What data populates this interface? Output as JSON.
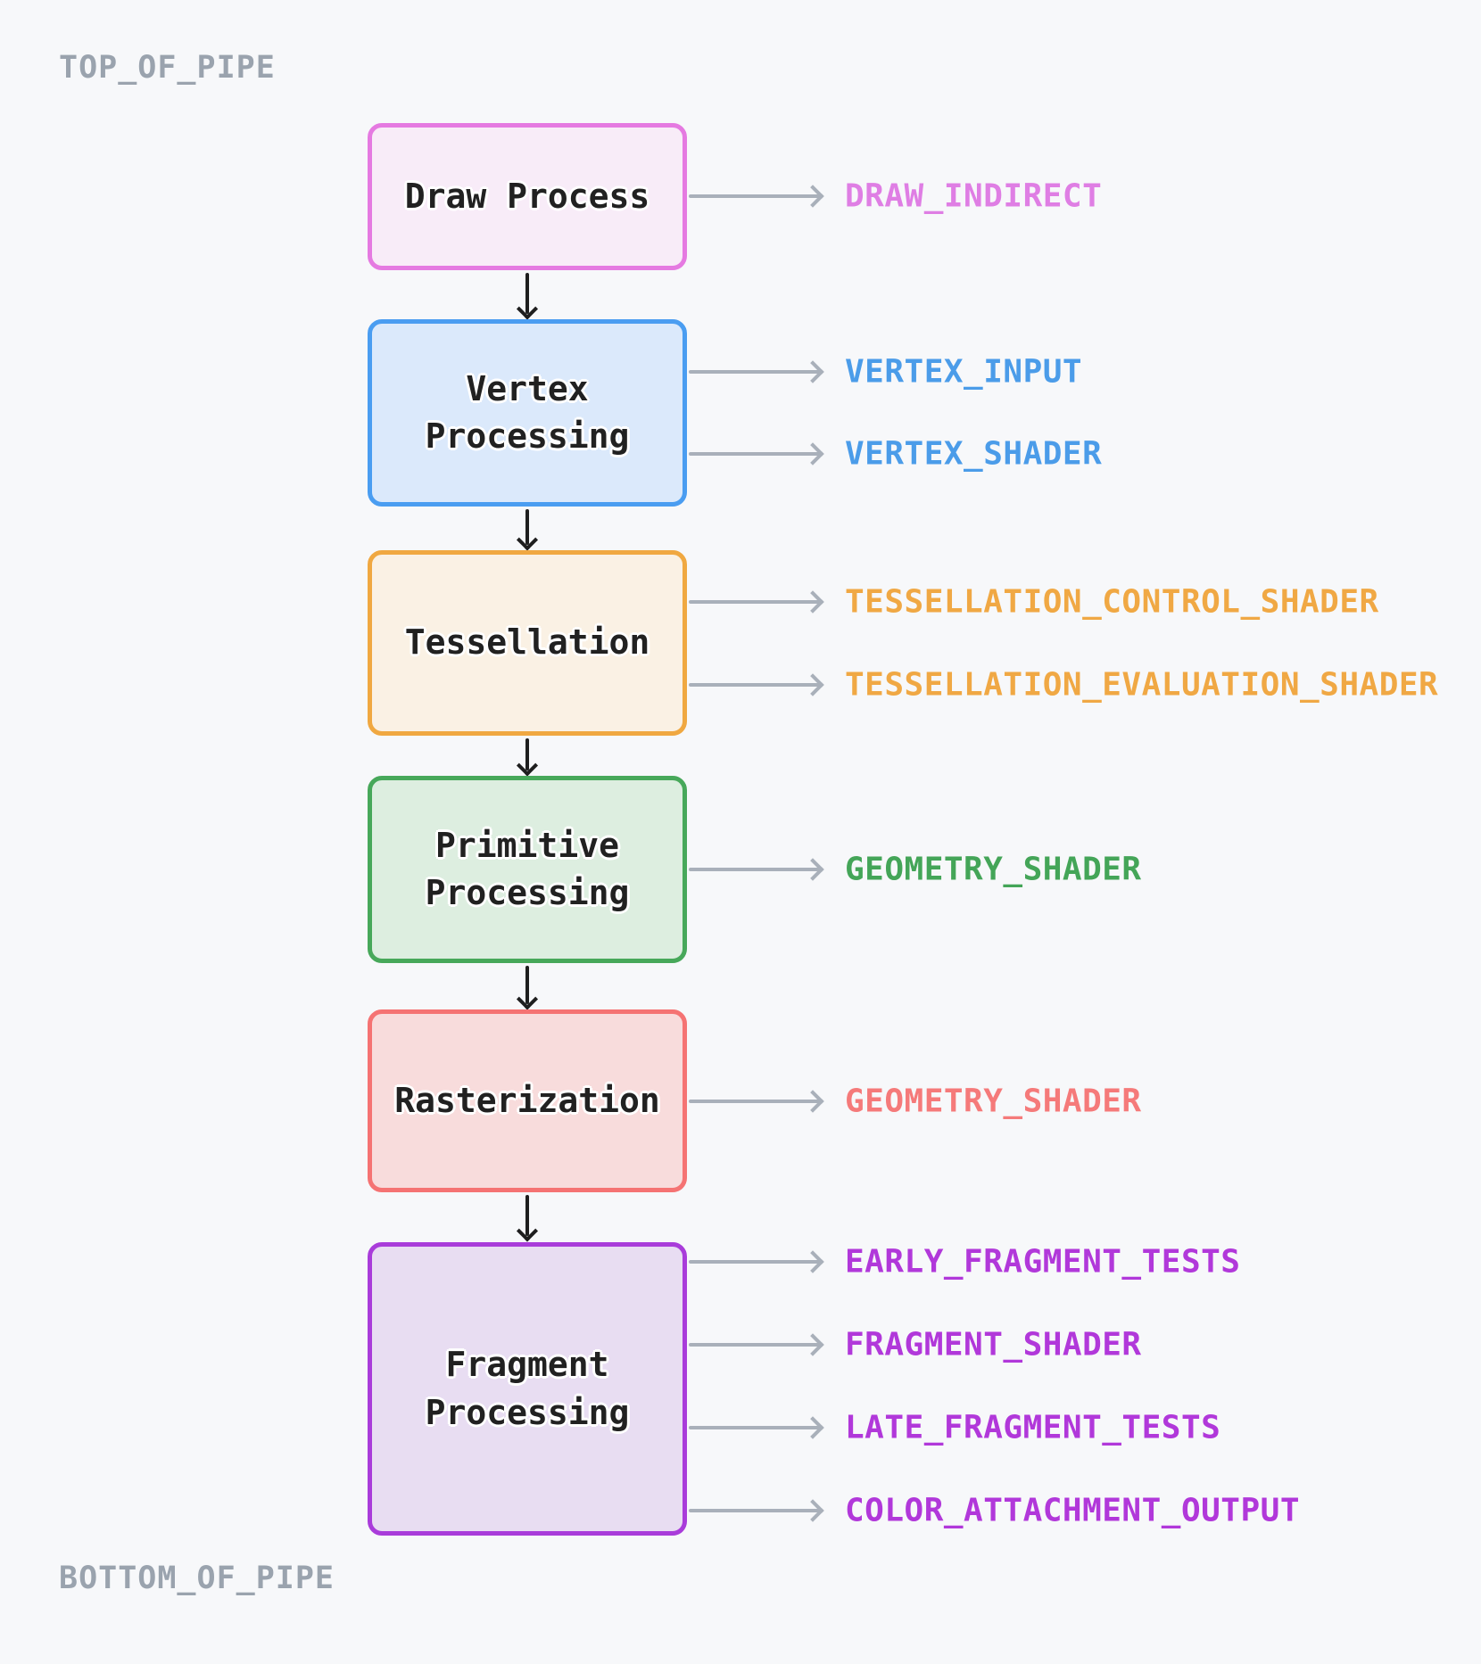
{
  "canvas": {
    "background": "#f7f8fa",
    "note_color": "#9aa3ae",
    "flow_arrow_color": "#1e1e1e",
    "label_arrow_color": "#a9b0ba"
  },
  "notes": {
    "top": "TOP_OF_PIPE",
    "bottom": "BOTTOM_OF_PIPE"
  },
  "stages": [
    {
      "title": "Draw Process",
      "border_color": "#e57ae1",
      "fill_color": "#f8ecf8",
      "label_color": "#df7ee4",
      "outputs": [
        "DRAW_INDIRECT"
      ]
    },
    {
      "title": "Vertex Processing",
      "border_color": "#4a9df1",
      "fill_color": "#dbe9fb",
      "label_color": "#4b9ce9",
      "outputs": [
        "VERTEX_INPUT",
        "VERTEX_SHADER"
      ]
    },
    {
      "title": "Tessellation",
      "border_color": "#f0a841",
      "fill_color": "#faf1e4",
      "label_color": "#f0a844",
      "outputs": [
        "TESSELLATION_CONTROL_SHADER",
        "TESSELLATION_EVALUATION_SHADER"
      ]
    },
    {
      "title": "Primitive Processing",
      "border_color": "#47a85a",
      "fill_color": "#ddeee0",
      "label_color": "#44a558",
      "outputs": [
        "GEOMETRY_SHADER"
      ]
    },
    {
      "title": "Rasterization",
      "border_color": "#f57373",
      "fill_color": "#f8dcdc",
      "label_color": "#f57a7a",
      "outputs": [
        "GEOMETRY_SHADER"
      ]
    },
    {
      "title": "Fragment Processing",
      "border_color": "#a93cda",
      "fill_color": "#e8ddf2",
      "label_color": "#b138da",
      "outputs": [
        "EARLY_FRAGMENT_TESTS",
        "FRAGMENT_SHADER",
        "LATE_FRAGMENT_TESTS",
        "COLOR_ATTACHMENT_OUTPUT"
      ]
    }
  ]
}
